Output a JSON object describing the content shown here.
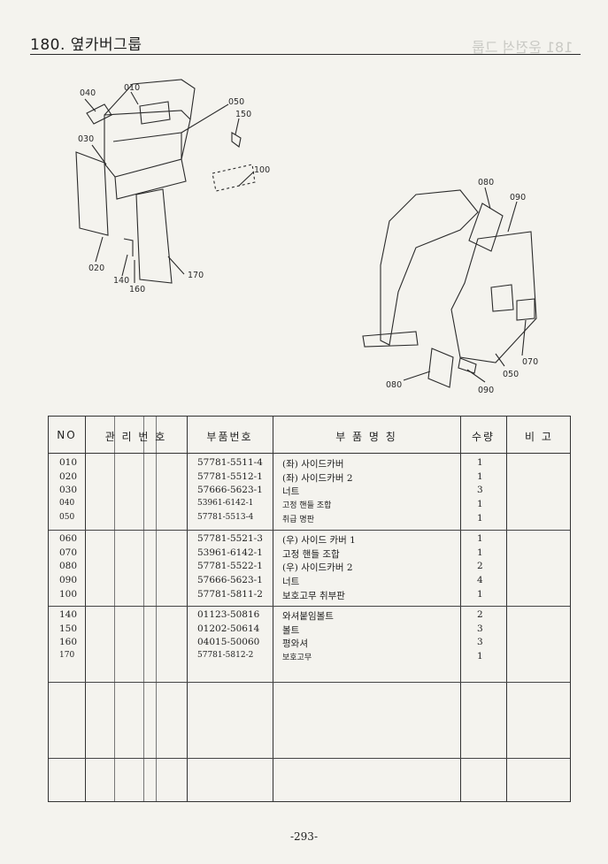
{
  "page": {
    "title": "180. 옆카버그룹",
    "page_number": "-293-"
  },
  "diagram": {
    "callouts_left": [
      "040",
      "010",
      "050",
      "150",
      "030",
      "100",
      "020",
      "140",
      "160",
      "170"
    ],
    "callouts_right": [
      "080",
      "090",
      "070",
      "050",
      "080",
      "090"
    ]
  },
  "table": {
    "headers": {
      "no": "NO",
      "mgmt": "관 리 번 호",
      "part_no": "부품번호",
      "part_name": "부   품   명   칭",
      "qty": "수량",
      "remark": "비  고"
    },
    "groups": [
      [
        {
          "no": "010",
          "part_no": "57781-5511-4",
          "name": "(좌) 사이드카버",
          "qty": "1",
          "small": false
        },
        {
          "no": "020",
          "part_no": "57781-5512-1",
          "name": "(좌) 사이드카버 2",
          "qty": "1",
          "small": false
        },
        {
          "no": "030",
          "part_no": "57666-5623-1",
          "name": "너트",
          "qty": "3",
          "small": false
        },
        {
          "no": "040",
          "part_no": "53961-6142-1",
          "name": "고정 핸들 조합",
          "qty": "1",
          "small": true
        },
        {
          "no": "050",
          "part_no": "57781-5513-4",
          "name": "취급 명판",
          "qty": "1",
          "small": true
        }
      ],
      [
        {
          "no": "060",
          "part_no": "57781-5521-3",
          "name": "(우) 사이드 카버 1",
          "qty": "1",
          "small": false
        },
        {
          "no": "070",
          "part_no": "53961-6142-1",
          "name": "고정 핸들 조합",
          "qty": "1",
          "small": false
        },
        {
          "no": "080",
          "part_no": "57781-5522-1",
          "name": "(우) 사이드카버 2",
          "qty": "2",
          "small": false
        },
        {
          "no": "090",
          "part_no": "57666-5623-1",
          "name": "너트",
          "qty": "4",
          "small": false
        },
        {
          "no": "100",
          "part_no": "57781-5811-2",
          "name": "보호고무 취부판",
          "qty": "1",
          "small": false
        }
      ],
      [
        {
          "no": "140",
          "part_no": "01123-50816",
          "name": "와셔붙임볼트",
          "qty": "2",
          "small": false
        },
        {
          "no": "150",
          "part_no": "01202-50614",
          "name": "볼트",
          "qty": "3",
          "small": false
        },
        {
          "no": "160",
          "part_no": "04015-50060",
          "name": "평와셔",
          "qty": "3",
          "small": false
        },
        {
          "no": "170",
          "part_no": "57781-5812-2",
          "name": "보호고무",
          "qty": "1",
          "small": true
        }
      ]
    ]
  }
}
